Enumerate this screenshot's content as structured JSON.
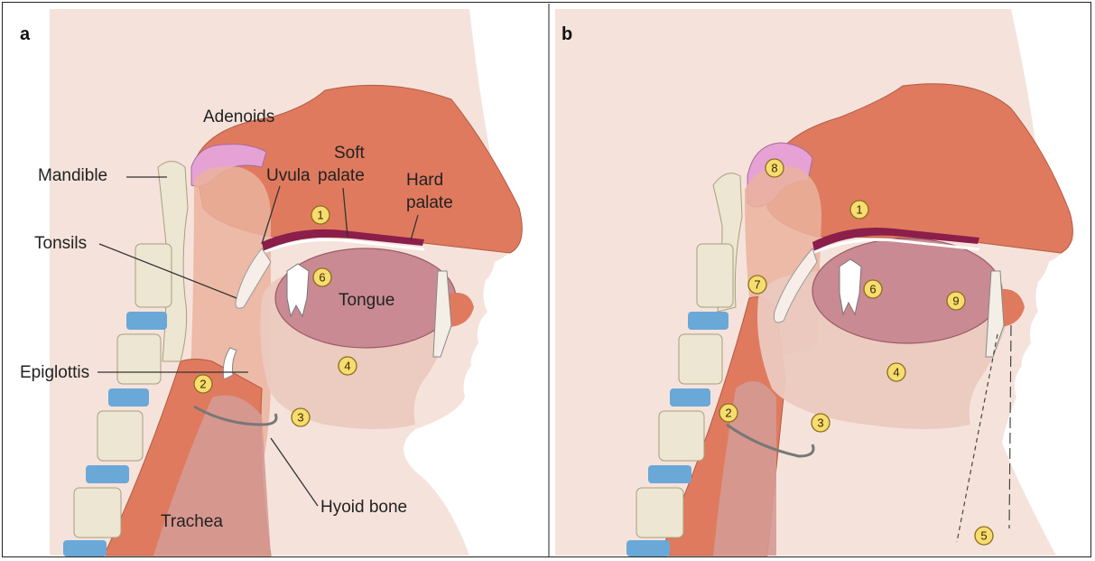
{
  "panels": [
    {
      "letter": "a"
    },
    {
      "letter": "b"
    }
  ],
  "labels": {
    "adenoids": "Adenoids",
    "mandible": "Mandible",
    "soft_palate_line1": "Soft",
    "soft_palate_line2": "palate",
    "uvula": "Uvula",
    "hard_palate_line1": "Hard",
    "hard_palate_line2": "palate",
    "tonsils": "Tonsils",
    "tongue": "Tongue",
    "epiglottis": "Epiglottis",
    "hyoid_bone": "Hyoid bone",
    "trachea": "Trachea"
  },
  "markers_a": [
    "1",
    "2",
    "3",
    "4",
    "6"
  ],
  "markers_b": [
    "1",
    "2",
    "3",
    "4",
    "5",
    "6",
    "7",
    "8",
    "9"
  ],
  "colors": {
    "skin": "#f6e4dc",
    "tissue_salmon": "#e07a5f",
    "tongue": "#c98a93",
    "adenoid_pink": "#e6a2d4",
    "spine_bone": "#e9e3cd",
    "disc_blue": "#6aa8d8",
    "marker_yellow": "#f7dc6f"
  }
}
